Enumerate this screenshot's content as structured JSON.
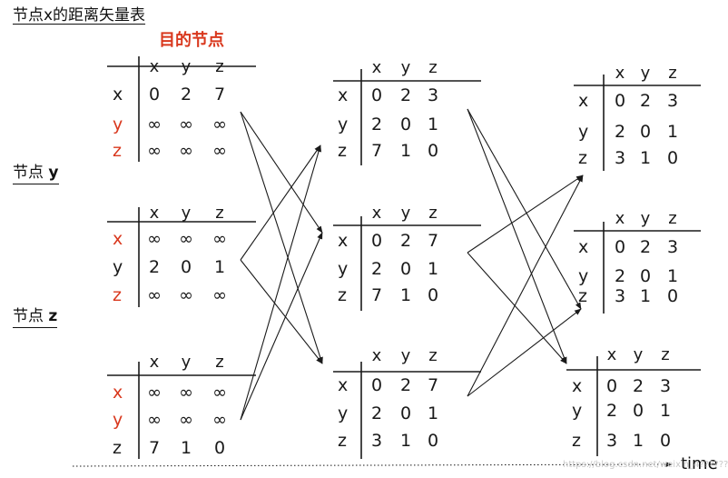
{
  "title": "节点x的距离矢量表",
  "subtitle": "目的节点",
  "node_labels": {
    "y": {
      "prefix": "节点",
      "name": "y"
    },
    "z": {
      "prefix": "节点",
      "name": "z"
    }
  },
  "time_label": "time",
  "watermark": "https://blog.csdn.net/weixin_4??????",
  "colors": {
    "highlight": "#d9381e",
    "line": "#1a1a1a"
  },
  "tables": [
    {
      "id": "t1-x",
      "header": [
        "x",
        "y",
        "z"
      ],
      "rows": [
        {
          "label": "x",
          "red": false,
          "cells": [
            "0",
            "2",
            "7"
          ]
        },
        {
          "label": "y",
          "red": true,
          "cells": [
            "∞",
            "∞",
            "∞"
          ]
        },
        {
          "label": "z",
          "red": true,
          "cells": [
            "∞",
            "∞",
            "∞"
          ]
        }
      ]
    },
    {
      "id": "t1-y",
      "header": [
        "x",
        "y",
        "z"
      ],
      "rows": [
        {
          "label": "x",
          "red": true,
          "cells": [
            "∞",
            "∞",
            "∞"
          ]
        },
        {
          "label": "y",
          "red": false,
          "cells": [
            "2",
            "0",
            "1"
          ]
        },
        {
          "label": "z",
          "red": true,
          "cells": [
            "∞",
            "∞",
            "∞"
          ]
        }
      ]
    },
    {
      "id": "t1-z",
      "header": [
        "x",
        "y",
        "z"
      ],
      "rows": [
        {
          "label": "x",
          "red": true,
          "cells": [
            "∞",
            "∞",
            "∞"
          ]
        },
        {
          "label": "y",
          "red": true,
          "cells": [
            "∞",
            "∞",
            "∞"
          ]
        },
        {
          "label": "z",
          "red": false,
          "cells": [
            "7",
            "1",
            "0"
          ]
        }
      ]
    },
    {
      "id": "t2-x",
      "header": [
        "x",
        "y",
        "z"
      ],
      "rows": [
        {
          "label": "x",
          "red": false,
          "cells": [
            "0",
            "2",
            "3"
          ]
        },
        {
          "label": "y",
          "red": false,
          "cells": [
            "2",
            "0",
            "1"
          ]
        },
        {
          "label": "z",
          "red": false,
          "cells": [
            "7",
            "1",
            "0"
          ]
        }
      ]
    },
    {
      "id": "t2-y",
      "header": [
        "x",
        "y",
        "z"
      ],
      "rows": [
        {
          "label": "x",
          "red": false,
          "cells": [
            "0",
            "2",
            "7"
          ]
        },
        {
          "label": "y",
          "red": false,
          "cells": [
            "2",
            "0",
            "1"
          ]
        },
        {
          "label": "z",
          "red": false,
          "cells": [
            "7",
            "1",
            "0"
          ]
        }
      ]
    },
    {
      "id": "t2-z",
      "header": [
        "x",
        "y",
        "z"
      ],
      "rows": [
        {
          "label": "x",
          "red": false,
          "cells": [
            "0",
            "2",
            "7"
          ]
        },
        {
          "label": "y",
          "red": false,
          "cells": [
            "2",
            "0",
            "1"
          ]
        },
        {
          "label": "z",
          "red": false,
          "cells": [
            "3",
            "1",
            "0"
          ]
        }
      ]
    },
    {
      "id": "t3-x",
      "header": [
        "x",
        "y",
        "z"
      ],
      "rows": [
        {
          "label": "x",
          "red": false,
          "cells": [
            "0",
            "2",
            "3"
          ]
        },
        {
          "label": "y",
          "red": false,
          "cells": [
            "2",
            "0",
            "1"
          ]
        },
        {
          "label": "z",
          "red": false,
          "cells": [
            "3",
            "1",
            "0"
          ]
        }
      ]
    },
    {
      "id": "t3-y",
      "header": [
        "x",
        "y",
        "z"
      ],
      "rows": [
        {
          "label": "x",
          "red": false,
          "cells": [
            "0",
            "2",
            "3"
          ]
        },
        {
          "label": "y",
          "red": false,
          "cells": [
            "2",
            "0",
            "1"
          ]
        },
        {
          "label": "z",
          "red": false,
          "cells": [
            "3",
            "1",
            "0"
          ]
        }
      ]
    },
    {
      "id": "t3-z",
      "header": [
        "x",
        "y",
        "z"
      ],
      "rows": [
        {
          "label": "x",
          "red": false,
          "cells": [
            "0",
            "2",
            "3"
          ]
        },
        {
          "label": "y",
          "red": false,
          "cells": [
            "2",
            "0",
            "1"
          ]
        },
        {
          "label": "z",
          "red": false,
          "cells": [
            "3",
            "1",
            "0"
          ]
        }
      ]
    }
  ],
  "connections": [
    {
      "from": "t1-x",
      "to": "t2-y"
    },
    {
      "from": "t1-x",
      "to": "t2-z"
    },
    {
      "from": "t1-y",
      "to": "t2-x"
    },
    {
      "from": "t1-y",
      "to": "t2-z"
    },
    {
      "from": "t1-z",
      "to": "t2-x"
    },
    {
      "from": "t1-z",
      "to": "t2-y"
    },
    {
      "from": "t2-x",
      "to": "t3-y"
    },
    {
      "from": "t2-x",
      "to": "t3-z"
    },
    {
      "from": "t2-y",
      "to": "t3-x"
    },
    {
      "from": "t2-y",
      "to": "t3-z"
    },
    {
      "from": "t2-z",
      "to": "t3-x"
    },
    {
      "from": "t2-z",
      "to": "t3-y"
    }
  ]
}
